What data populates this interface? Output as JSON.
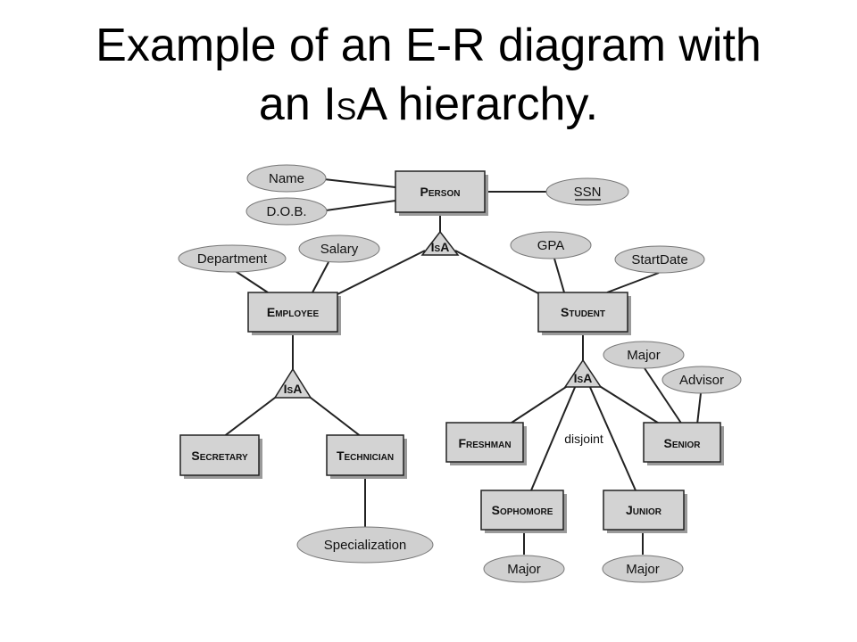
{
  "title": {
    "line1": "Example of an E-R diagram with",
    "line2_pre": "an I",
    "line2_small": "S",
    "line2_post": "A hierarchy."
  },
  "entities": {
    "person": {
      "cap": "P",
      "rest": "ERSON"
    },
    "employee": {
      "cap": "E",
      "rest": "MPLOYEE"
    },
    "student": {
      "cap": "S",
      "rest": "TUDENT"
    },
    "secretary": {
      "cap": "S",
      "rest": "ECRETARY"
    },
    "technician": {
      "cap": "T",
      "rest": "ECHNICIAN"
    },
    "freshman": {
      "cap": "F",
      "rest": "RESHMAN"
    },
    "senior": {
      "cap": "S",
      "rest": "ENIOR"
    },
    "sophomore": {
      "cap": "S",
      "rest": "OPHOMORE"
    },
    "junior": {
      "cap": "J",
      "rest": "UNIOR"
    }
  },
  "isa": {
    "cap": "I",
    "rest": "S",
    "end": "A"
  },
  "attributes": {
    "name": "Name",
    "dob": "D.O.B.",
    "ssn": "SSN",
    "department": "Department",
    "salary": "Salary",
    "gpa": "GPA",
    "startdate": "StartDate",
    "specialization": "Specialization",
    "major_senior": "Major",
    "advisor": "Advisor",
    "major_sophomore": "Major",
    "major_junior": "Major"
  },
  "annotations": {
    "disjoint": "disjoint"
  },
  "colors": {
    "entity_fill": "#d3d3d3",
    "attribute_fill": "#d0d0d0",
    "stroke": "#222222",
    "shadow": "#9a9a9a"
  }
}
